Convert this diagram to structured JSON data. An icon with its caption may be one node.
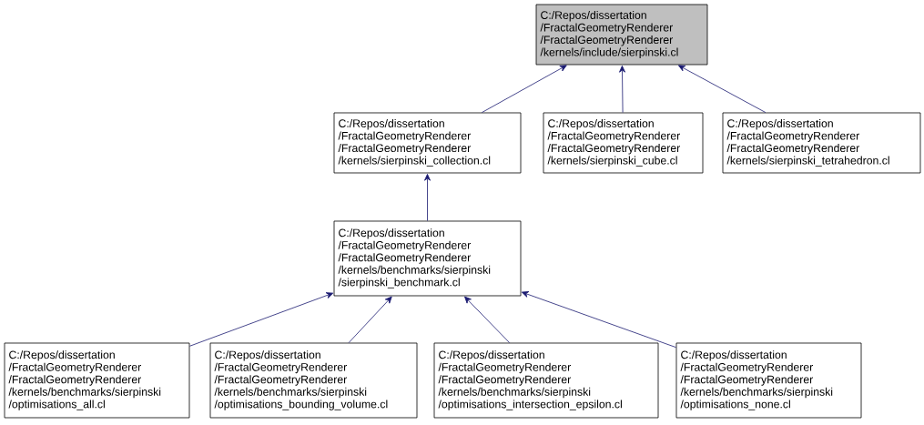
{
  "diagram": {
    "nodes": [
      {
        "text": [
          "C:/Repos/dissertation /FractalGeometryRenderer /FractalGeometryRenderer /kernels/include/sierpinski.cl"
        ]
      },
      {
        "text": [
          "C:/Repos/dissertation /FractalGeometryRenderer /FractalGeometryRenderer /kernels/sierpinski_collection.cl"
        ]
      },
      {
        "text": [
          "C:/Repos/dissertation /FractalGeometryRenderer /FractalGeometryRenderer /kernels/sierpinski_cube.cl"
        ]
      },
      {
        "text": [
          "C:/Repos/dissertation /FractalGeometryRenderer /FractalGeometryRenderer /kernels/sierpinski_tetrahedron.cl"
        ]
      },
      {
        "text": [
          "C:/Repos/dissertation /FractalGeometryRenderer /FractalGeometryRenderer /kernels/benchmarks/sierpinski /sierpinski_benchmark.cl"
        ]
      },
      {
        "text": [
          "C:/Repos/dissertation /FractalGeometryRenderer /FractalGeometryRenderer /kernels/benchmarks/sierpinski /optimisations_all.cl"
        ]
      },
      {
        "text": [
          "C:/Repos/dissertation /FractalGeometryRenderer /FractalGeometryRenderer /kernels/benchmarks/sierpinski /optimisations_bounding_volume.cl"
        ]
      },
      {
        "text": [
          "C:/Repos/dissertation /FractalGeometryRenderer /FractalGeometryRenderer /kernels/benchmarks/sierpinski /optimisations_intersection_epsilon.cl"
        ]
      },
      {
        "text": [
          "C:/Repos/dissertation /FractalGeometryRenderer /FractalGeometryRenderer /kernels/benchmarks/sierpinski /optimisations_none.cl"
        ]
      }
    ],
    "edges": [
      {
        "from": 1,
        "to": 0,
        "arrow": "to"
      },
      {
        "from": 2,
        "to": 0,
        "arrow": "to"
      },
      {
        "from": 3,
        "to": 0,
        "arrow": "to"
      },
      {
        "from": 4,
        "to": 1,
        "arrow": "to"
      },
      {
        "from": 5,
        "to": 4,
        "arrow": "to"
      },
      {
        "from": 6,
        "to": 4,
        "arrow": "to"
      },
      {
        "from": 7,
        "to": 4,
        "arrow": "to"
      },
      {
        "from": 8,
        "to": 4,
        "arrow": "to"
      }
    ]
  }
}
